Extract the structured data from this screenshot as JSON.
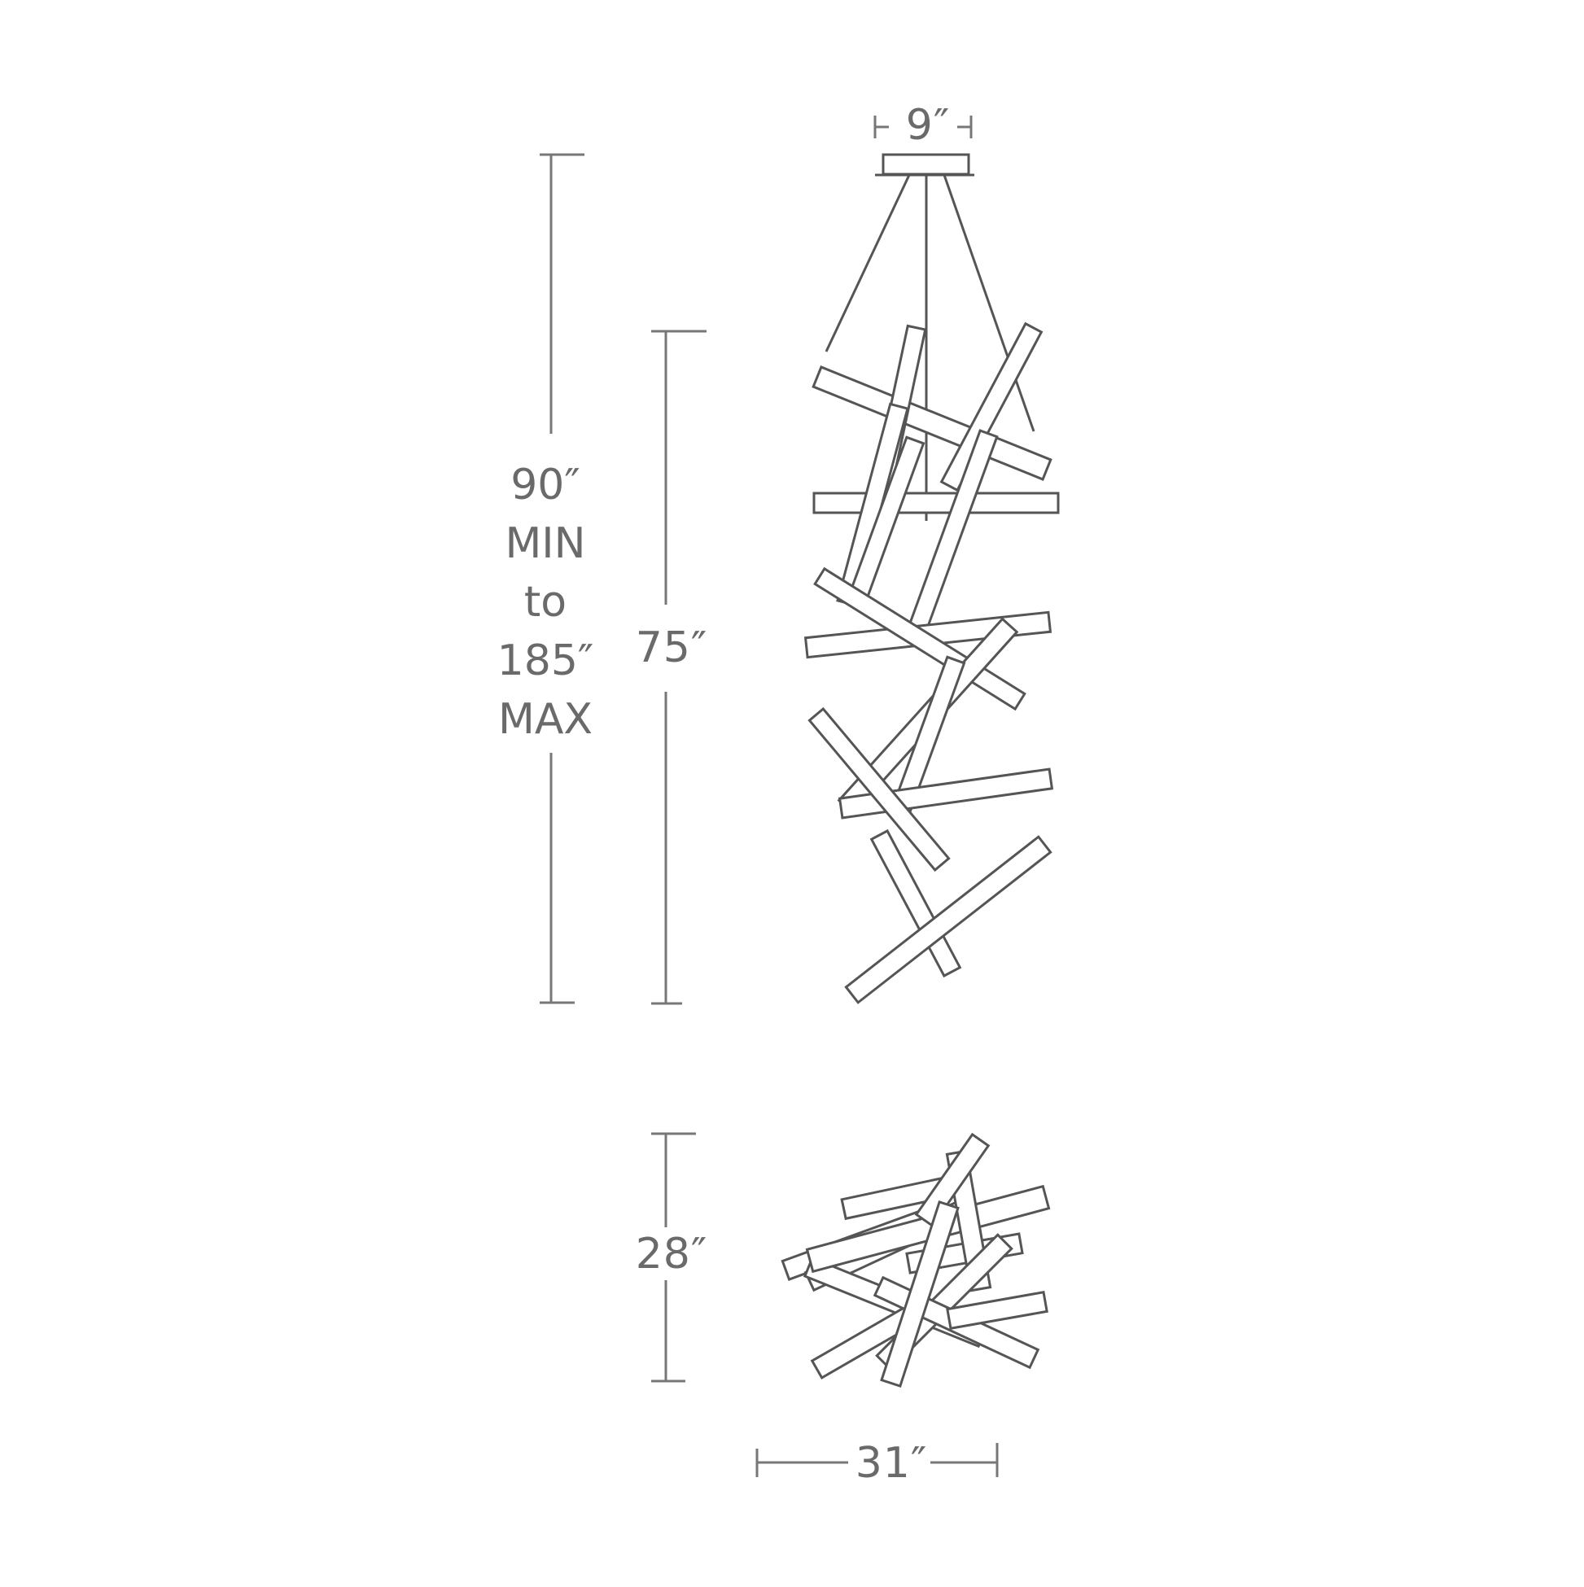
{
  "diagram": {
    "title": "Pendant light fixture dimensions",
    "background": "#ffffff",
    "line_color": "#6a6a6a",
    "dimensions": {
      "canopy_width": "9″",
      "overall_height_range": {
        "line1": "90″",
        "line2": "MIN",
        "line3": "to",
        "line4": "185″",
        "line5": "MAX"
      },
      "fixture_height_side": "75″",
      "fixture_height_top": "28″",
      "fixture_width": "31″"
    },
    "views": [
      {
        "name": "side-view",
        "description": "Hanging fixture with canopy, three suspension cables and stacked angled bars"
      },
      {
        "name": "top-view",
        "description": "Cluster of crossed rectangular bars"
      }
    ]
  }
}
